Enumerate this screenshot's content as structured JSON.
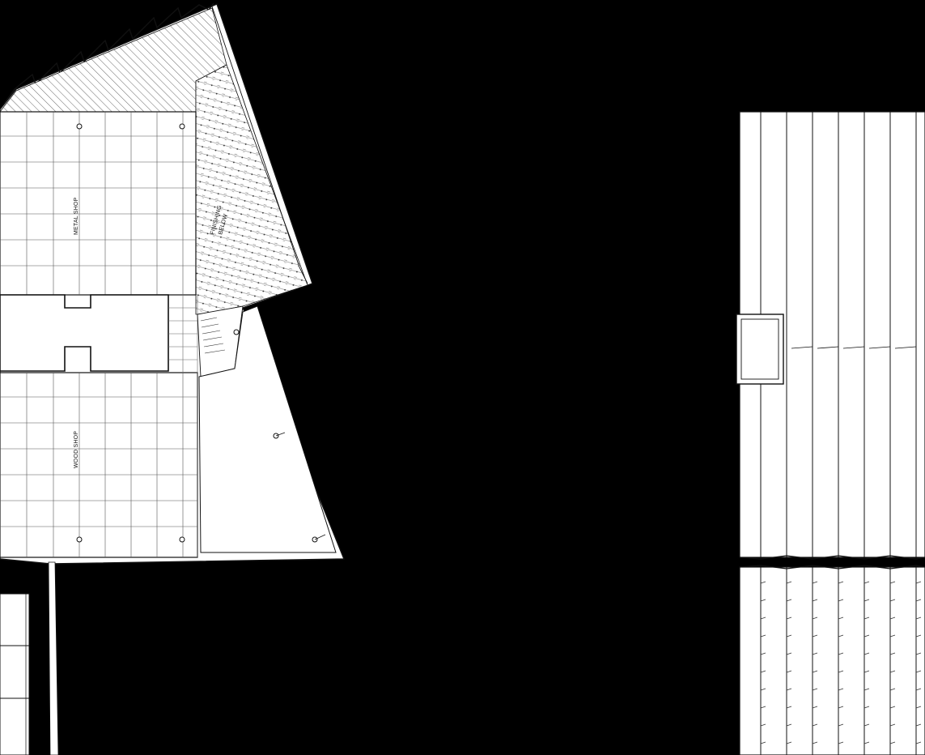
{
  "drawing": {
    "rooms": [
      {
        "id": "metal-shop",
        "label": "METAL SHOP"
      },
      {
        "id": "wood-shop",
        "label": "WOOD SHOP"
      },
      {
        "id": "finishing",
        "label": "FINISHING",
        "sublabel": "BELOW"
      }
    ],
    "colors": {
      "background": "#000000",
      "linework": "#111111",
      "fill": "#ffffff"
    }
  }
}
